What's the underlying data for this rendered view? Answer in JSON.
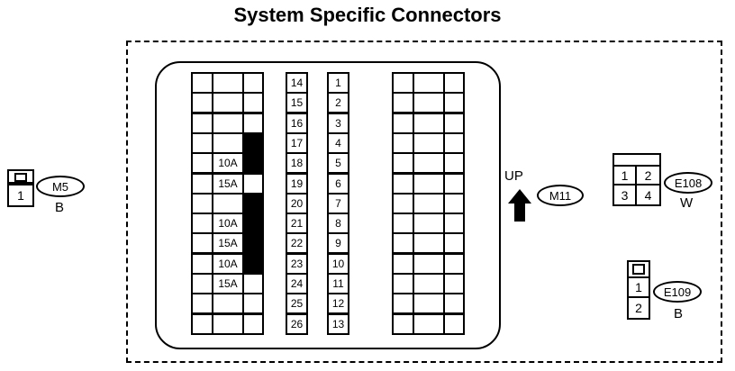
{
  "title": "System Specific Connectors",
  "fuse_block": {
    "left_fuses": [
      {
        "slot": 4,
        "rating": "10A"
      },
      {
        "slot": 5,
        "rating": "15A"
      },
      {
        "slot": 7,
        "rating": "10A"
      },
      {
        "slot": 8,
        "rating": "15A"
      },
      {
        "slot": 9,
        "rating": "10A"
      },
      {
        "slot": 10,
        "rating": "15A"
      }
    ],
    "numbers_left": [
      "14",
      "15",
      "16",
      "17",
      "18",
      "19",
      "20",
      "21",
      "22",
      "23",
      "24",
      "25",
      "26"
    ],
    "numbers_right": [
      "1",
      "2",
      "3",
      "4",
      "5",
      "6",
      "7",
      "8",
      "9",
      "10",
      "11",
      "12",
      "13"
    ]
  },
  "up_label": "UP",
  "connectors": {
    "m5": {
      "id": "M5",
      "color": "B",
      "pins": [
        "1"
      ]
    },
    "m11": {
      "id": "M11"
    },
    "e108": {
      "id": "E108",
      "color": "W",
      "pins": [
        "1",
        "2",
        "3",
        "4"
      ]
    },
    "e109": {
      "id": "E109",
      "color": "B",
      "pins": [
        "1",
        "2"
      ]
    }
  }
}
